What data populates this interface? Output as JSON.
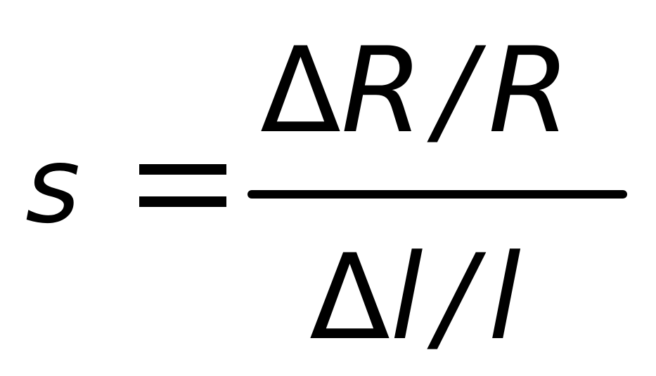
{
  "equation": {
    "lhs": "s",
    "equals": "=",
    "numerator": {
      "delta": "Δ",
      "var1": "R",
      "slash": "/",
      "var2": "R"
    },
    "denominator": {
      "delta": "Δ",
      "var1": "l",
      "slash": "/",
      "var2": "l"
    }
  },
  "colors": {
    "ink": "#000000",
    "background": "#ffffff"
  }
}
